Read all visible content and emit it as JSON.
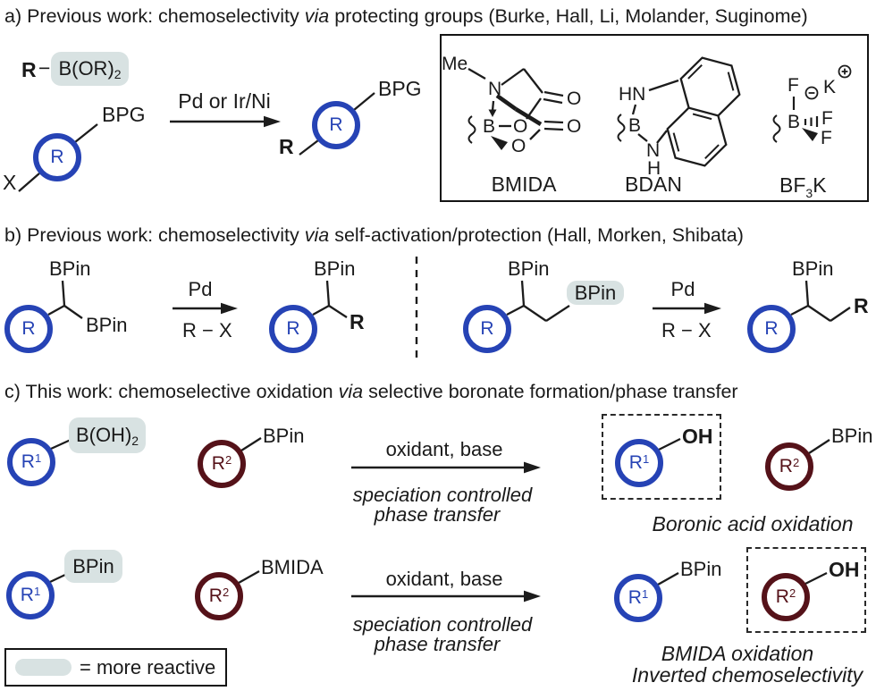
{
  "colors": {
    "blue": "#2643b5",
    "maroon": "#551219",
    "highlight": "#d8e2e2",
    "ink": "#1a1a1a"
  },
  "icons": {
    "squiggle": "truncated-bond-squiggle",
    "minus_charge": "⊖",
    "plus_charge": "⊕"
  },
  "a": {
    "title_pre": "a) Previous work: chemoselectivity ",
    "title_via": "via",
    "title_post": " protecting groups (Burke, Hall, Li, Molander, Suginome)",
    "reagent": {
      "r": "R",
      "dash": "−",
      "group": "B(OR)",
      "group_sub": "2"
    },
    "substrate": {
      "ring": "R",
      "bpg": "BPG",
      "x": "X"
    },
    "arrow": "Pd or Ir/Ni",
    "product": {
      "ring": "R",
      "bpg": "BPG",
      "r": "R"
    },
    "pgbox": {
      "bmida": {
        "me": "Me",
        "n": "N",
        "b": "B",
        "o_ring1": "O",
        "o_ring2": "O",
        "o_dbl1": "O",
        "o_dbl2": "O",
        "label": "BMIDA"
      },
      "bdan": {
        "hn": "HN",
        "b": "B",
        "n": "N",
        "h": "H",
        "label": "BDAN"
      },
      "bf3k": {
        "f_top": "F",
        "f_right": "F",
        "f_down": "F",
        "b": "B",
        "k": "K",
        "label_bf": "BF",
        "label_sub": "3",
        "label_k": "K"
      }
    }
  },
  "b": {
    "title_pre": "b) Previous work: chemoselectivity ",
    "title_via": "via",
    "title_post": " self-activation/protection (Hall, Morken, Shibata)",
    "left": {
      "ring": "R",
      "bpin_top": "BPin",
      "bpin_side": "BPin",
      "arrow_top": "Pd",
      "arrow_bot": "R − X",
      "p_ring": "R",
      "p_bpin": "BPin",
      "p_r": "R"
    },
    "right": {
      "ring": "R",
      "bpin_top": "BPin",
      "bpin_hl": "BPin",
      "arrow_top": "Pd",
      "arrow_bot": "R − X",
      "p_ring": "R",
      "p_bpin": "BPin",
      "p_r": "R"
    }
  },
  "c": {
    "title_pre": "c) This work: chemoselective oxidation ",
    "title_via": "via",
    "title_post": " selective boronate formation/phase transfer",
    "row1": {
      "s1_ring": "R",
      "s1_sup": "1",
      "s1_group": "B(OH)",
      "s1_sub": "2",
      "s2_ring": "R",
      "s2_sup": "2",
      "s2_group": "BPin",
      "arrow_top": "oxidant, base",
      "arrow_mid": "speciation controlled",
      "arrow_bot": "phase transfer",
      "p1_ring": "R",
      "p1_sup": "1",
      "p1_group": "OH",
      "p2_ring": "R",
      "p2_sup": "2",
      "p2_group": "BPin",
      "caption": "Boronic acid oxidation"
    },
    "row2": {
      "s1_ring": "R",
      "s1_sup": "1",
      "s1_group": "BPin",
      "s2_ring": "R",
      "s2_sup": "2",
      "s2_group": "BMIDA",
      "arrow_top": "oxidant, base",
      "arrow_mid": "speciation controlled",
      "arrow_bot": "phase transfer",
      "p1_ring": "R",
      "p1_sup": "1",
      "p1_group": "BPin",
      "p2_ring": "R",
      "p2_sup": "2",
      "p2_group": "OH",
      "caption1": "BMIDA oxidation",
      "caption2": "Inverted chemoselectivity"
    },
    "legend": "= more reactive"
  }
}
